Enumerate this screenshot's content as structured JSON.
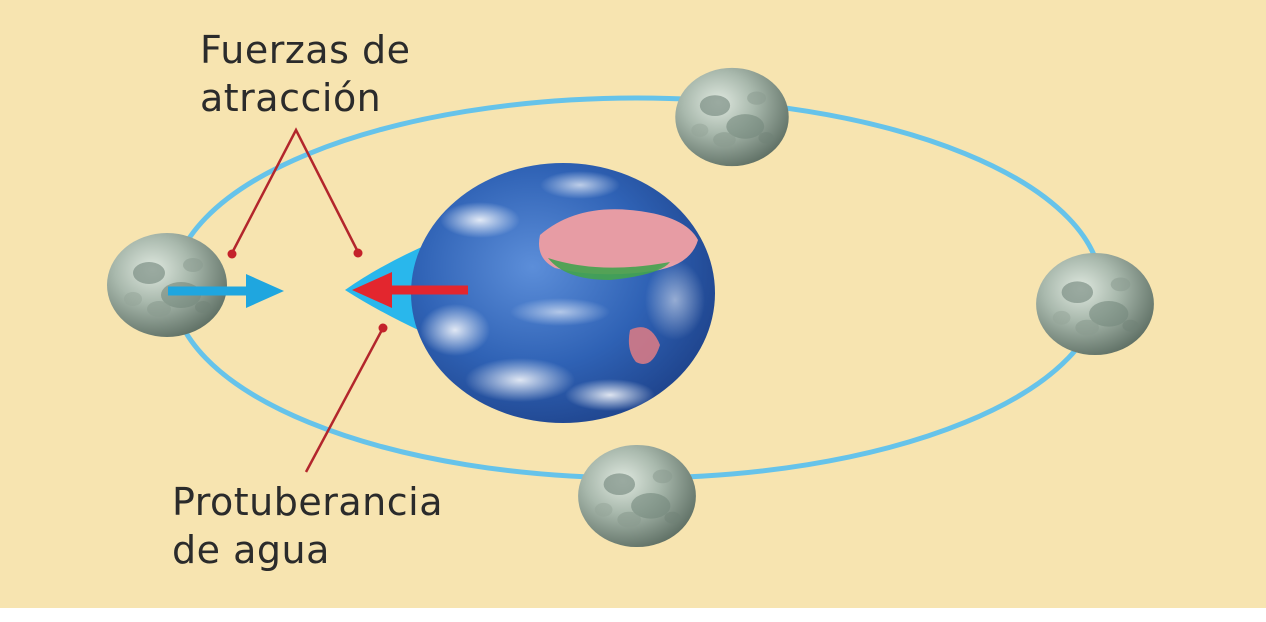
{
  "labels": {
    "attraction_forces": [
      "Fuerzas de",
      "atracción"
    ],
    "water_bulge": [
      "Protuberancia",
      "de agua"
    ]
  },
  "colors": {
    "background": "#f7e4b0",
    "orbit": "#66c3ea",
    "earth_ocean": "#2f62b5",
    "bulge": "#29b7ec",
    "moon_to_earth_arrow": "#1fa6df",
    "earth_to_moon_arrow": "#e3262e",
    "leader_line": "#b3262c"
  },
  "icons": [
    "moon-icon",
    "earth-icon"
  ]
}
